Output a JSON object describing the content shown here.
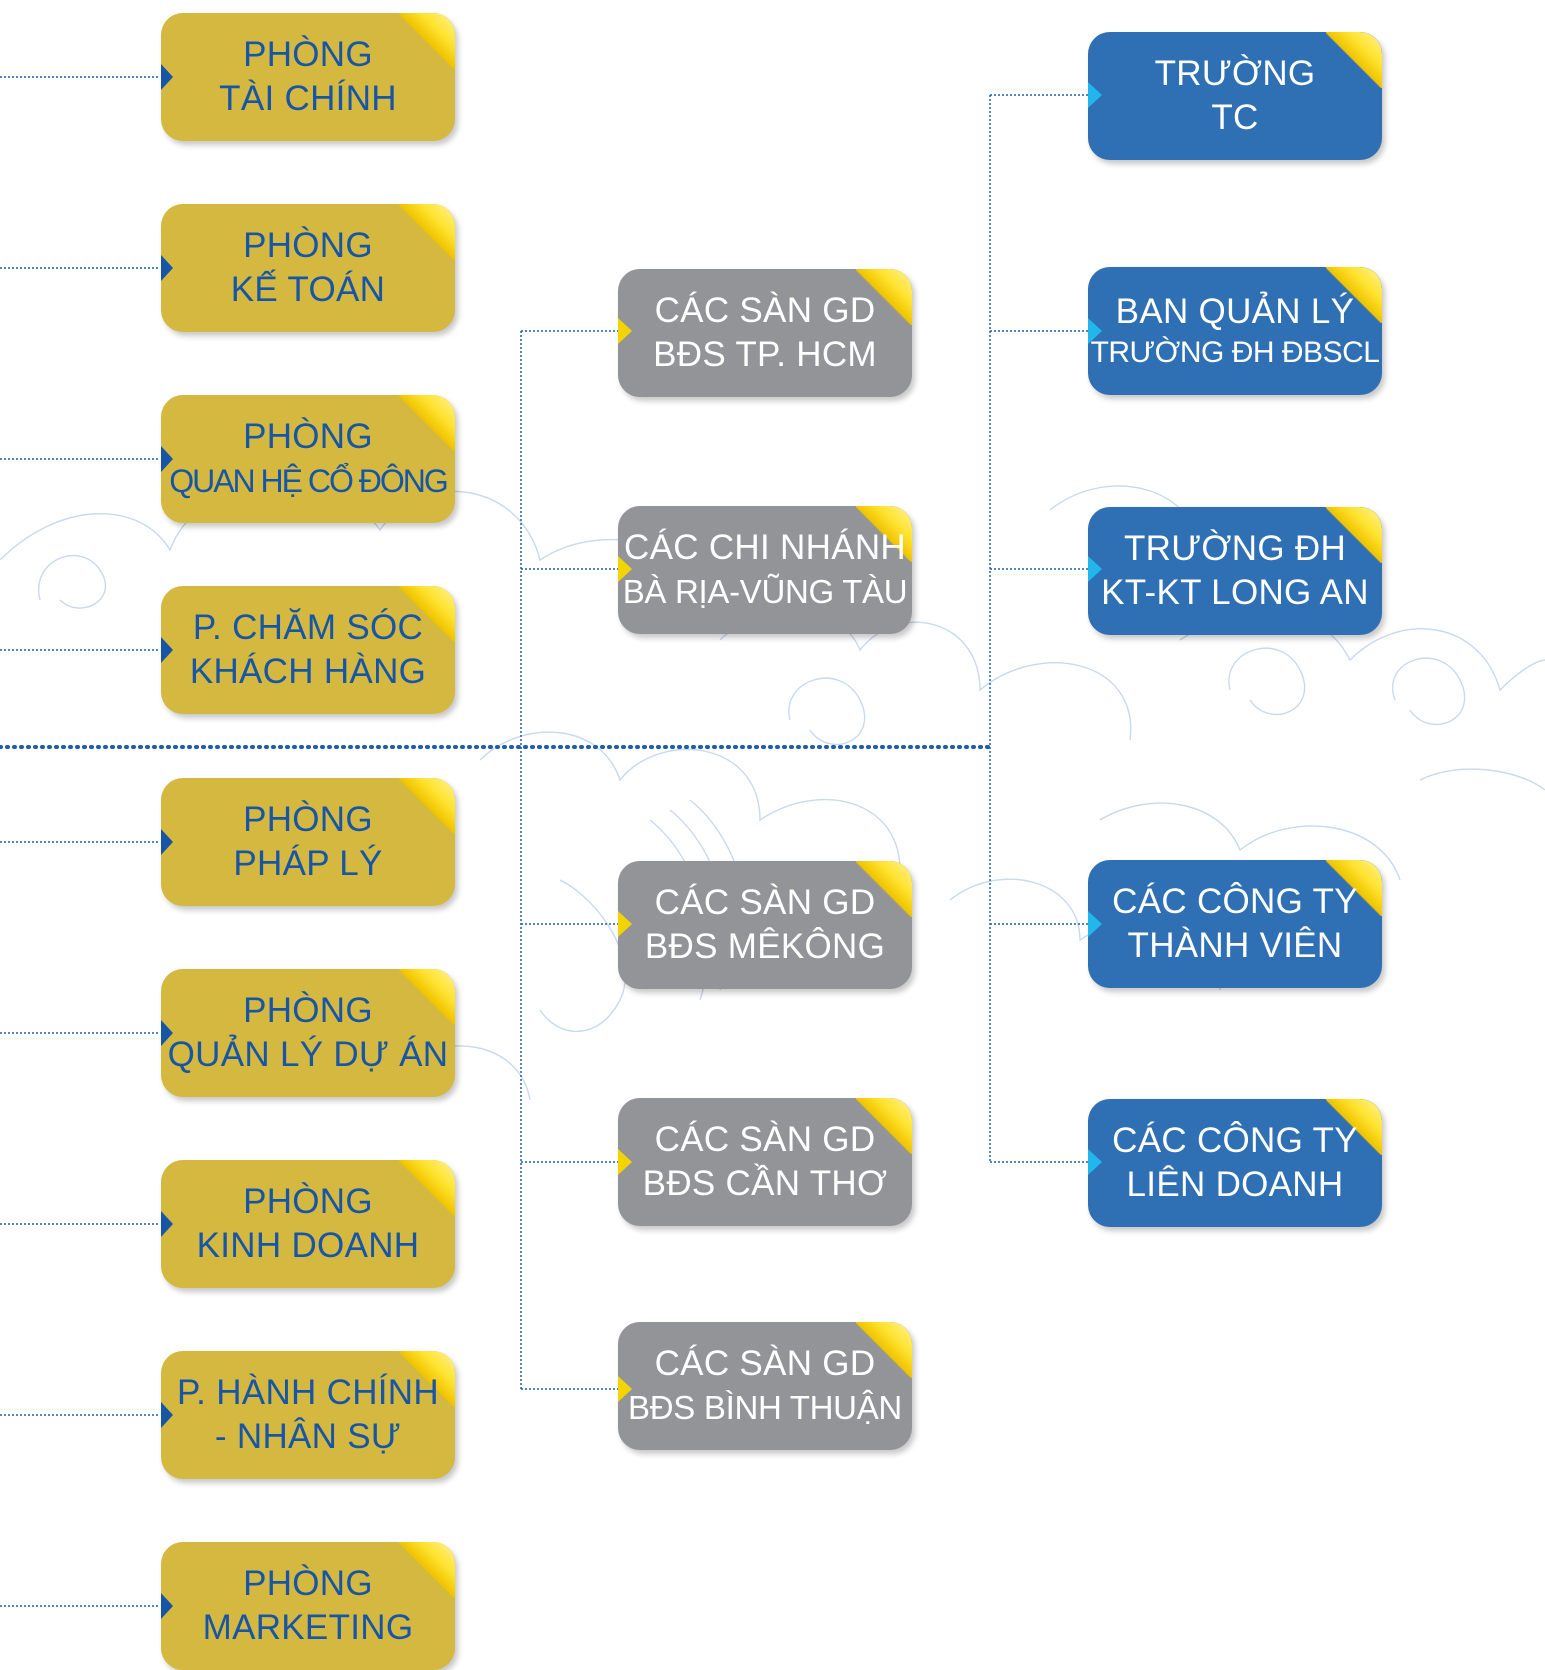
{
  "diagram": {
    "left_column": [
      {
        "lines": [
          "PHÒNG",
          "TÀI CHÍNH"
        ]
      },
      {
        "lines": [
          "PHÒNG",
          "KẾ TOÁN"
        ]
      },
      {
        "lines": [
          "PHÒNG",
          "QUAN HỆ CỔ ĐÔNG"
        ]
      },
      {
        "lines": [
          "P. CHĂM SÓC",
          "KHÁCH HÀNG"
        ]
      },
      {
        "lines": [
          "PHÒNG",
          "PHÁP LÝ"
        ]
      },
      {
        "lines": [
          "PHÒNG",
          "QUẢN LÝ DỰ ÁN"
        ]
      },
      {
        "lines": [
          "PHÒNG",
          "KINH DOANH"
        ]
      },
      {
        "lines": [
          "P. HÀNH CHÍNH",
          "- NHÂN SỰ"
        ]
      },
      {
        "lines": [
          "PHÒNG",
          "MARKETING"
        ]
      }
    ],
    "middle_column": [
      {
        "lines": [
          "CÁC SÀN GD",
          "BĐS TP. HCM"
        ]
      },
      {
        "lines": [
          "CÁC CHI NHÁNH",
          "BÀ RỊA-VŨNG TÀU"
        ]
      },
      {
        "lines": [
          "CÁC SÀN GD",
          "BĐS MÊKÔNG"
        ]
      },
      {
        "lines": [
          "CÁC SÀN GD",
          "BĐS CẦN THƠ"
        ]
      },
      {
        "lines": [
          "CÁC SÀN GD",
          "BĐS BÌNH THUẬN"
        ]
      }
    ],
    "right_column": [
      {
        "lines": [
          "TRƯỜNG",
          "TC"
        ]
      },
      {
        "lines": [
          "BAN QUẢN LÝ",
          "TRƯỜNG ĐH ĐBSCL"
        ]
      },
      {
        "lines": [
          "TRƯỜNG ĐH",
          "KT-KT LONG AN"
        ]
      },
      {
        "lines": [
          "CÁC CÔNG TY",
          "THÀNH VIÊN"
        ]
      },
      {
        "lines": [
          "CÁC CÔNG TY",
          "LIÊN DOANH"
        ]
      }
    ],
    "colors": {
      "gold_box": "#d4b83f",
      "gold_text": "#1756a6",
      "gray_box": "#939498",
      "blue_box": "#2f6fb4",
      "connector": "#1f5ea8"
    }
  }
}
